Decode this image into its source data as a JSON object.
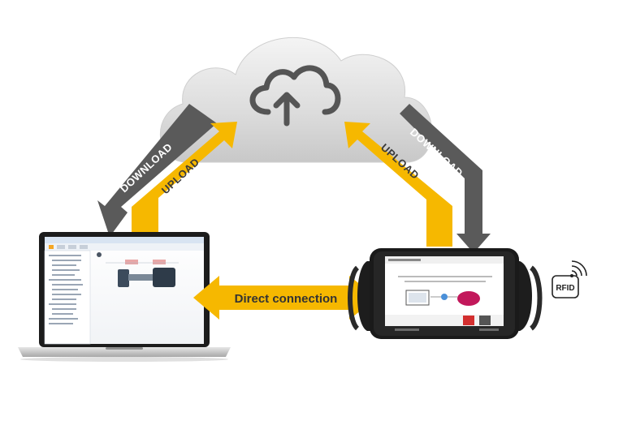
{
  "labels": {
    "download_left": "DOWNLOAD",
    "upload_left": "UPLOAD",
    "upload_right": "UPLOAD",
    "download_right": "DOWNLOAD",
    "direct_connection": "Direct connection",
    "rfid": "RFID"
  },
  "icons": {
    "cloud": "cloud-upload-icon",
    "rfid": "rfid-tag-icon"
  },
  "colors": {
    "upload_arrow": "#f6b800",
    "download_arrow": "#5a5a5a",
    "direct_arrow": "#f6b800",
    "cloud_fill": "#d9d9d9",
    "cloud_icon": "#555555",
    "download_text": "#ffffff",
    "upload_text": "#3a3a3a"
  }
}
